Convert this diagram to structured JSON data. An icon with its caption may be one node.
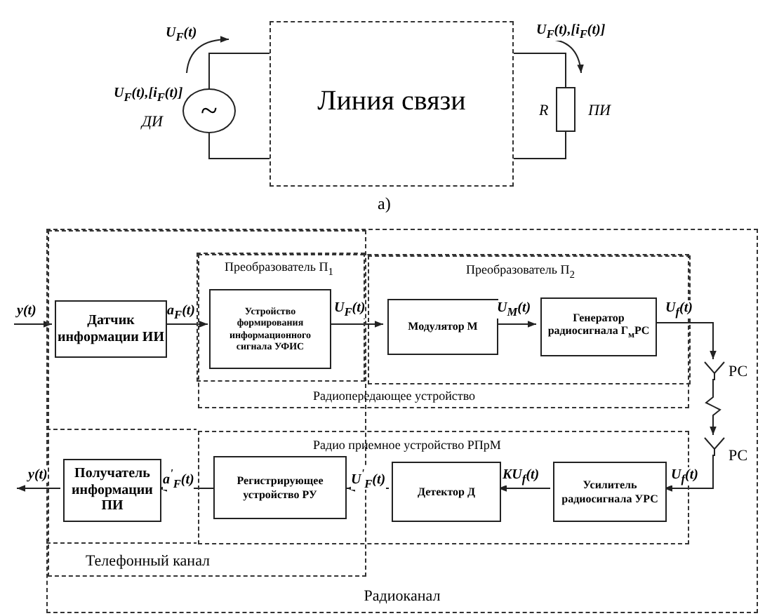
{
  "diagram": {
    "nodes": [
      {
        "text": [
          "Линия связи"
        ],
        "beside": [
          "а)"
        ]
      },
      {
        "text": [
          "~"
        ],
        "beside": [
          "U$_{F}$(t),[i$_{F}$(t)]",
          "ДИ"
        ]
      },
      {
        "text": [],
        "shape": "box",
        "beside": [
          "R",
          "ПИ"
        ]
      },
      {
        "text": [
          "Радиоканал"
        ]
      },
      {
        "text": [
          "Телефонный канал"
        ],
        "in": 3
      },
      {
        "text": [
          "Радиопередающее устройство"
        ],
        "in": 3
      },
      {
        "text": [
          "Преобразователь П$_{1}$"
        ]
      },
      {
        "text": [
          "Преобразователь П$_{2}$"
        ],
        "in": 5
      },
      {
        "text": [
          "Радио приемное устройство РПрМ"
        ],
        "in": 3
      },
      {
        "text": [
          "Датчик информации ИИ"
        ],
        "in": 4
      },
      {
        "text": [
          "Устройство формирования информационного сигнала УФИС"
        ],
        "in": 6
      },
      {
        "text": [
          "Модулятор М"
        ],
        "in": 7
      },
      {
        "text": [
          "Генератор радиосигнала Г$_{м}$PC"
        ],
        "in": 7
      },
      {
        "text": [],
        "shape": "antenna",
        "in": 3,
        "beside": [
          "РС"
        ]
      },
      {
        "text": [],
        "shape": "antenna",
        "in": 3,
        "beside": [
          "РС"
        ]
      },
      {
        "text": [
          "Усилитель радиосигнала УРС"
        ],
        "in": 8
      },
      {
        "text": [
          "Детектор Д"
        ],
        "in": 8
      },
      {
        "text": [
          "Регистрирующее устройство РУ"
        ]
      },
      {
        "text": [
          "Получатель информации ПИ"
        ],
        "in": 4
      }
    ],
    "edges": [
      {
        "from": 1,
        "to": 0,
        "arrow": "none"
      },
      {
        "from": 0,
        "to": 2,
        "arrow": "none"
      },
      {
        "from": 1,
        "to": 0,
        "arrow": "none"
      },
      {
        "from": 0,
        "to": 2,
        "arrow": "none"
      },
      {
        "from": null,
        "to": 9,
        "arrow": "to",
        "label": "y(t)"
      },
      {
        "from": 9,
        "to": 10,
        "arrow": "to",
        "label": "a$_{F}$(t)"
      },
      {
        "from": 10,
        "to": 11,
        "arrow": "to",
        "label": "U$_{F}$(t)"
      },
      {
        "from": 11,
        "to": 12,
        "arrow": "to",
        "label": "U$_{M}$(t)"
      },
      {
        "from": 12,
        "to": 13,
        "arrow": "to",
        "label": "U$_{f}$(t)"
      },
      {
        "from": 13,
        "to": 14,
        "arrow": "to"
      },
      {
        "from": 14,
        "to": 15,
        "arrow": "to",
        "label": "U$_{f}$(t)"
      },
      {
        "from": 15,
        "to": 16,
        "arrow": "to",
        "label": "KU$_{f}$(t)"
      },
      {
        "from": 16,
        "to": 17,
        "arrow": "to",
        "label": "U$^{'}$$_{F}$(t)"
      },
      {
        "from": 17,
        "to": 18,
        "arrow": "to",
        "label": "a$^{'}$$_{F}$(t)"
      },
      {
        "from": 18,
        "to": null,
        "arrow": "to",
        "label": "y(t)"
      }
    ],
    "labels": [
      "U$_{F}$(t)",
      "U$_{F}$(t),[i$_{F}$(t)]"
    ]
  }
}
